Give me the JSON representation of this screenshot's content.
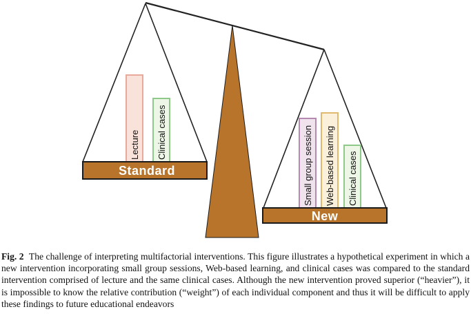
{
  "figure": {
    "left_pan_label": "Standard",
    "right_pan_label": "New",
    "left_blocks": [
      {
        "label": "Lecture",
        "fill": "#f9e2da",
        "stroke": "#e8a89a"
      },
      {
        "label": "Clinical cases",
        "fill": "#eef7e7",
        "stroke": "#8ec98a"
      }
    ],
    "right_blocks": [
      {
        "label": "Small group session",
        "fill": "#f1e3ee",
        "stroke": "#b48ab0"
      },
      {
        "label": "Web-based learning",
        "fill": "#fbf1da",
        "stroke": "#e0b86e"
      },
      {
        "label": "Clinical cases",
        "fill": "#eef7e7",
        "stroke": "#8ec98a"
      }
    ],
    "colors": {
      "wood": "#b8742a",
      "wood_border": "#1a1a1a",
      "pan_text": "#ffffff",
      "rope": "#222222"
    }
  },
  "caption": {
    "label": "Fig. 2",
    "text": "The challenge of interpreting multifactorial interventions. This figure illustrates a hypothetical experiment in which a new intervention incorporating small group sessions, Web-based learning, and clinical cases was compared to the standard intervention comprised of lecture and the same clinical cases. Although the new intervention proved superior (“heavier”), it is impossible to know the relative contribution (“weight”) of each individual component and thus it will be difficult to apply these findings to future educational endeavors"
  }
}
